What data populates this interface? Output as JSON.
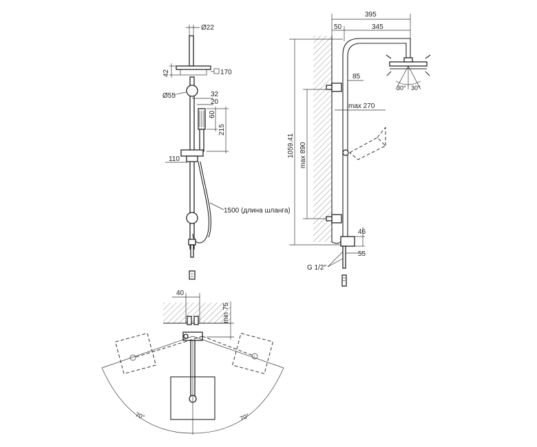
{
  "dimensions": {
    "head_diameter": "Ø22",
    "head_height": "42",
    "head_square": "170",
    "knob_diameter": "Ø55",
    "bracket_32": "32",
    "handle_20": "20",
    "handle_60": "60",
    "handle_215": "215",
    "holder_110": "110",
    "hose_length": "1500 (длина шланга)",
    "total_395": "395",
    "offset_50": "50",
    "arm_345": "345",
    "rail_85": "85",
    "height_1059": "1059.41",
    "max_890": "max 890",
    "max_270": "max 270",
    "spout_46": "46",
    "spout_55": "55",
    "thread": "G 1/2\"",
    "angle_left": "30°",
    "angle_right": "30°",
    "wall_40": "40",
    "min_75": "min 75",
    "swing_left": "70°",
    "swing_right": "70°"
  }
}
